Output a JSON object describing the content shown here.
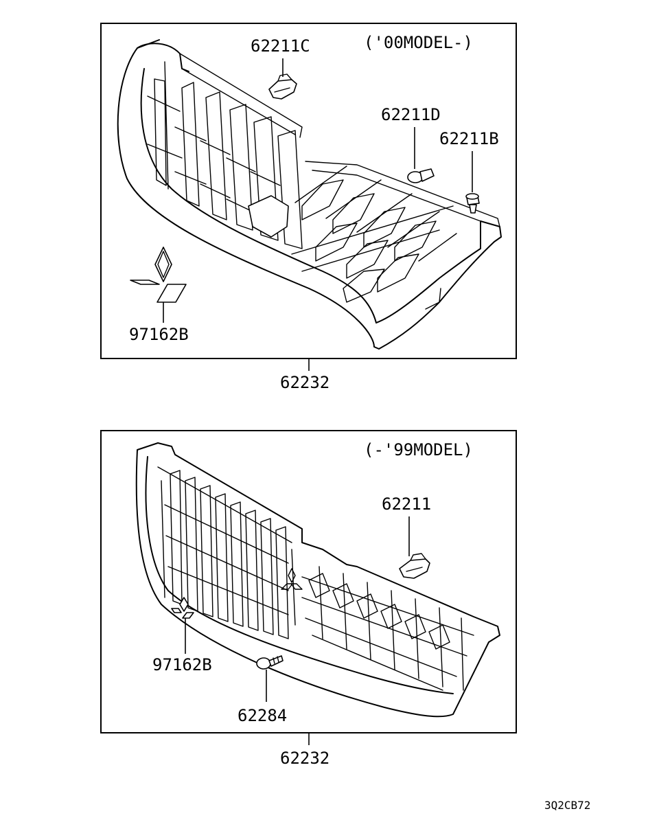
{
  "panels": [
    {
      "model": "('00MODEL-)",
      "assembly_part": "62232",
      "parts": {
        "clip_c": "62211C",
        "clip_d": "62211D",
        "clip_b": "62211B",
        "emblem": "97162B"
      }
    },
    {
      "model": "(-'99MODEL)",
      "assembly_part": "62232",
      "parts": {
        "clip": "62211",
        "emblem": "97162B",
        "screw": "62284"
      }
    }
  ],
  "diagram_code": "3Q2CB72"
}
